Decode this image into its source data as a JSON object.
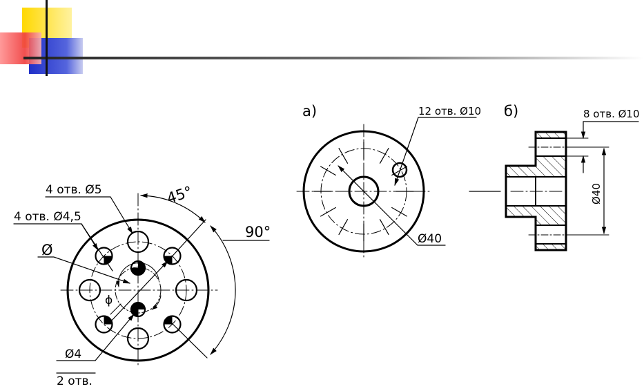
{
  "colors": {
    "yellow_square": "#FFE000",
    "red_square": "#F04040",
    "blue_square": "#2233CC",
    "line": "#000000"
  },
  "left_view": {
    "holes_d5": "4 отв. Ø5",
    "holes_d45": "4 отв. Ø4,5",
    "diameter_symbol": "Ø",
    "phi": "ϕ",
    "angle_45": "45°",
    "angle_90": "90°",
    "d4": "Ø4",
    "two_holes": "2 отв."
  },
  "view_a": {
    "label": "а)",
    "holes": "12 отв. Ø10",
    "d40": "Ø40"
  },
  "view_b": {
    "label": "б)",
    "holes": "8 отв. Ø10",
    "d40": "Ø40"
  }
}
